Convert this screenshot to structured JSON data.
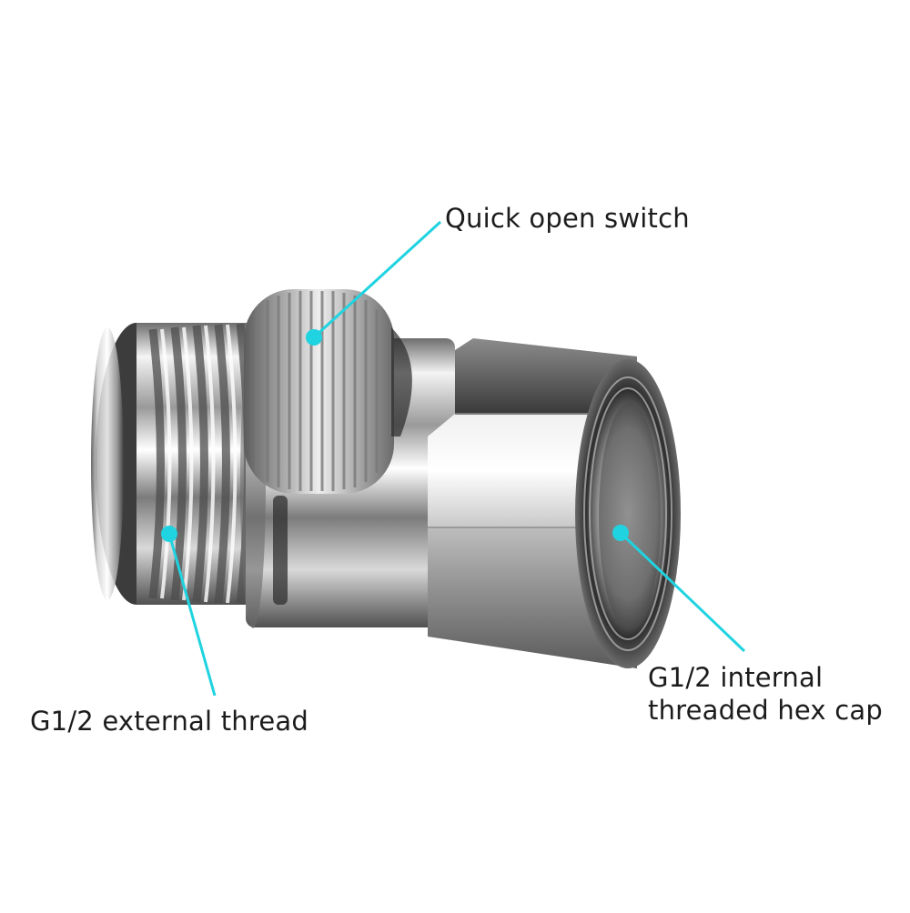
{
  "annotation": {
    "accent_color": "#1fd3e0",
    "callouts": [
      {
        "id": "quick-open-switch",
        "lines": [
          "Quick open switch"
        ]
      },
      {
        "id": "external-thread",
        "lines": [
          "G1/2 external thread"
        ]
      },
      {
        "id": "internal-hex-cap",
        "lines": [
          "G1/2 internal",
          "threaded hex cap"
        ]
      }
    ]
  },
  "product": {
    "icon": "chrome-shower-valve-photo"
  }
}
